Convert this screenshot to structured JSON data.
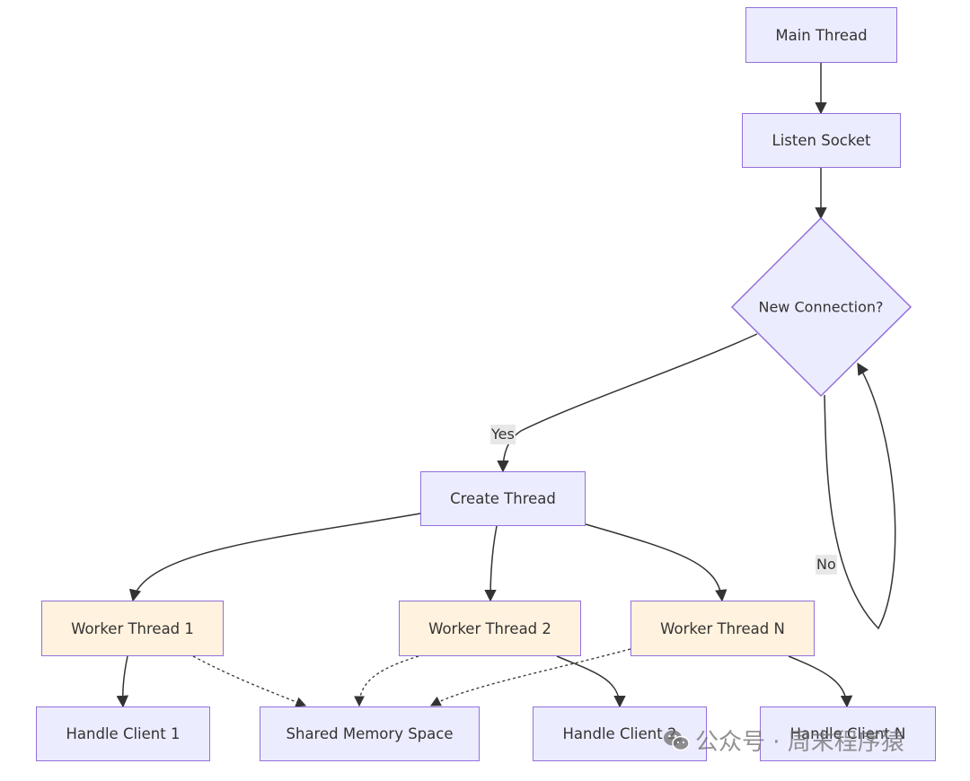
{
  "nodes": {
    "main_thread": "Main Thread",
    "listen_socket": "Listen Socket",
    "new_connection": "New Connection?",
    "create_thread": "Create Thread",
    "worker_1": "Worker Thread 1",
    "worker_2": "Worker Thread 2",
    "worker_n": "Worker Thread N",
    "handle_client_1": "Handle Client 1",
    "shared_memory": "Shared Memory Space",
    "handle_client_2": "Handle Client 2",
    "handle_client_n": "Handle Client N"
  },
  "edge_labels": {
    "yes": "Yes",
    "no": "No"
  },
  "watermark": {
    "text": "公众号 · 周末程序猿",
    "icon": "wechat-icon"
  },
  "colors": {
    "node_fill": "#ececff",
    "worker_fill": "#fff2de",
    "node_border": "#9370db",
    "edge": "#333333"
  }
}
